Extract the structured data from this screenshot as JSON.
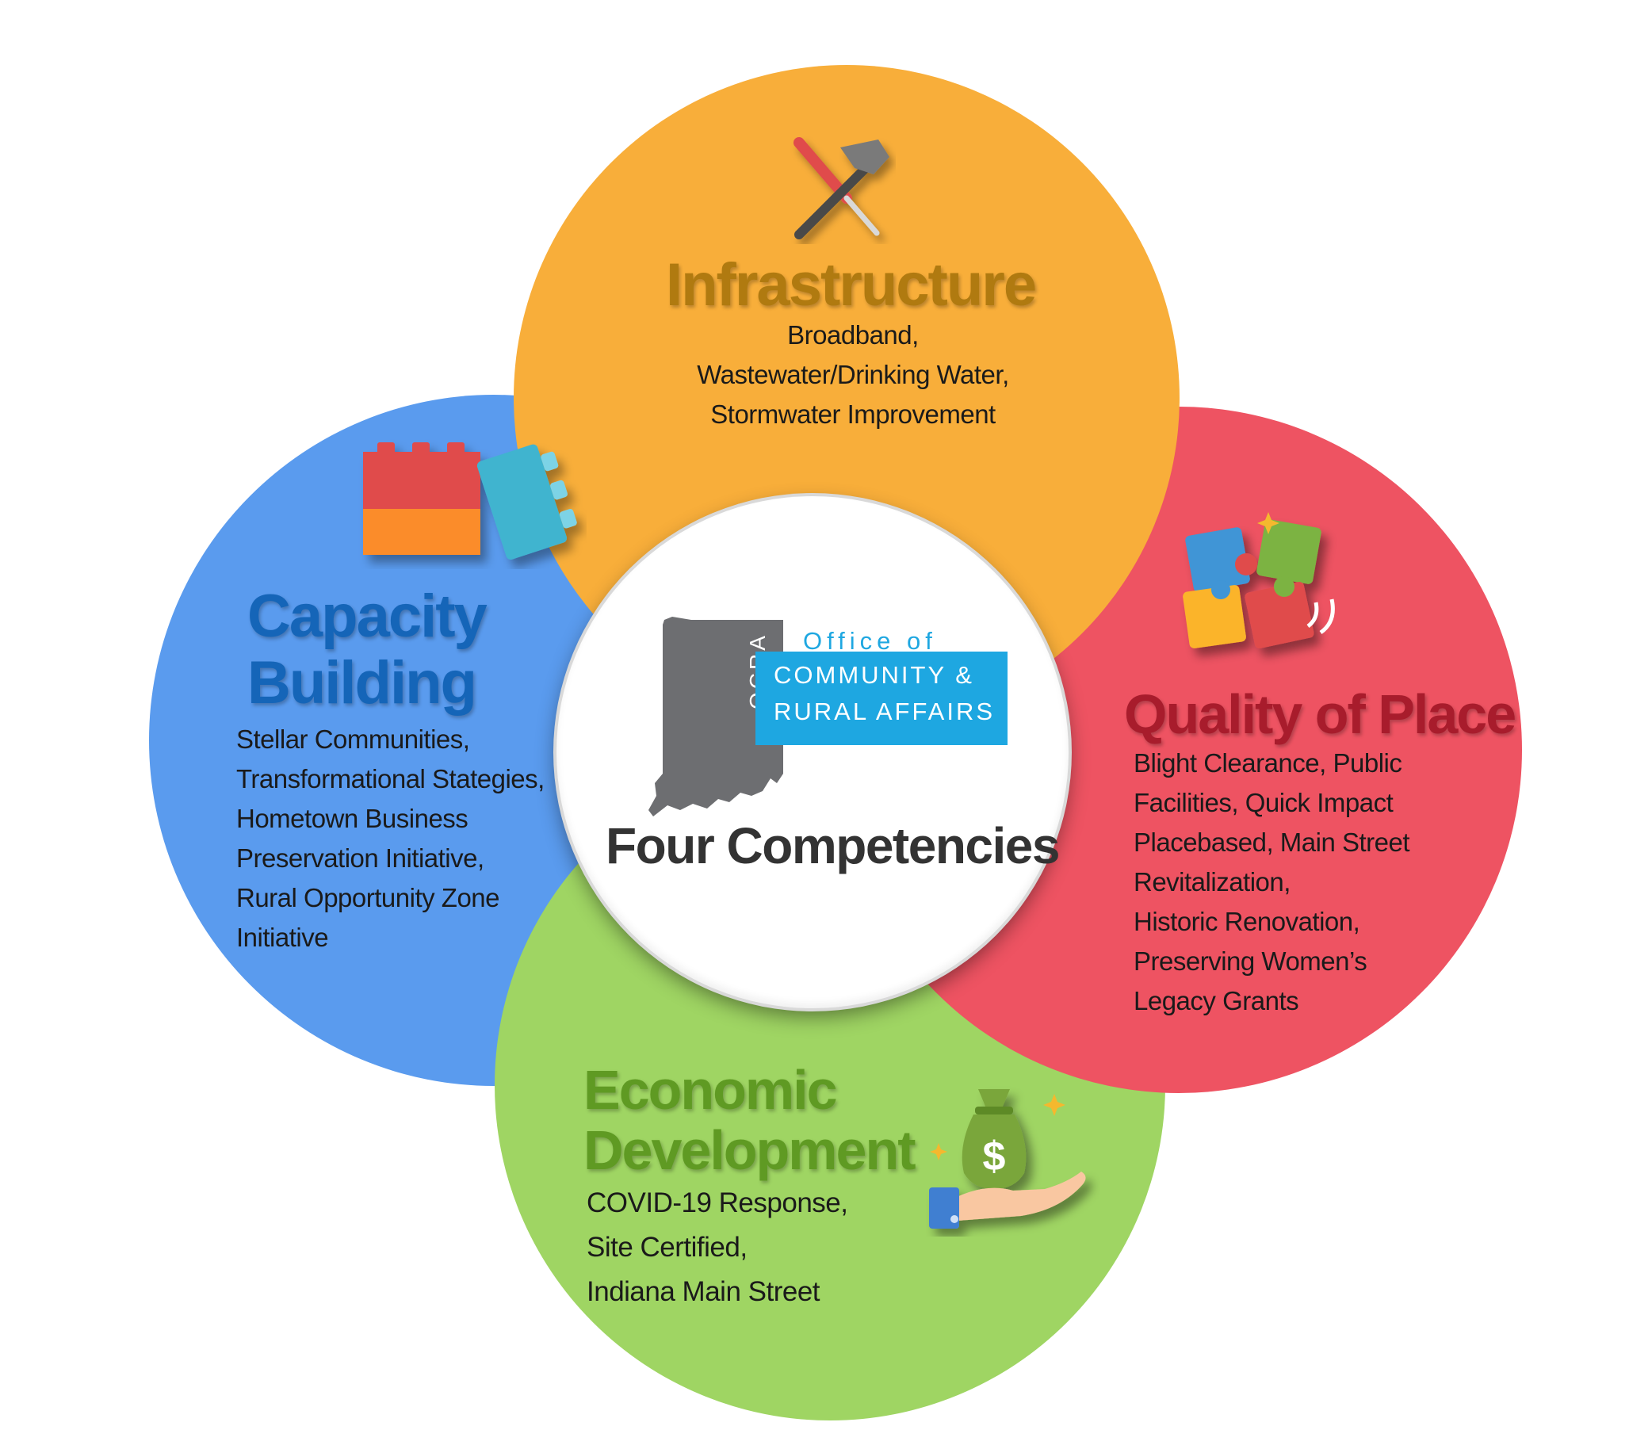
{
  "center": {
    "title": "Four Competencies",
    "logo": {
      "office_of": "Office of",
      "line1": "COMMUNITY &",
      "line2": "RURAL AFFAIRS",
      "acronym": "OCRA"
    }
  },
  "competencies": {
    "infrastructure": {
      "title": "Infrastructure",
      "items": [
        "Broadband,",
        "Wastewater/Drinking Water,",
        "Stormwater Improvement"
      ],
      "color": "#f8ae3a",
      "title_color": "#b07a10",
      "icon": "hammer-screwdriver-icon"
    },
    "capacity_building": {
      "title_lines": [
        "Capacity",
        "Building"
      ],
      "items": [
        "Stellar Communities,",
        "Transformational Stategies,",
        "Hometown Business",
        "Preservation Initiative,",
        "Rural Opportunity Zone",
        "Initiative"
      ],
      "color": "#5a9bee",
      "title_color": "#1565b8",
      "icon": "building-blocks-icon"
    },
    "quality_of_place": {
      "title": "Quality of Place",
      "items": [
        "Blight Clearance, Public",
        "Facilities, Quick Impact",
        "Placebased, Main Street",
        "Revitalization,",
        "Historic Renovation,",
        "Preserving Women’s",
        "Legacy Grants"
      ],
      "color": "#ee5362",
      "title_color": "#a81c2c",
      "icon": "puzzle-pieces-icon"
    },
    "economic_development": {
      "title_lines": [
        "Economic",
        "Development"
      ],
      "items": [
        "COVID-19 Response,",
        "Site Certified,",
        "Indiana Main Street"
      ],
      "color": "#9fd563",
      "title_color": "#5f9a23",
      "icon": "money-bag-hand-icon"
    }
  }
}
